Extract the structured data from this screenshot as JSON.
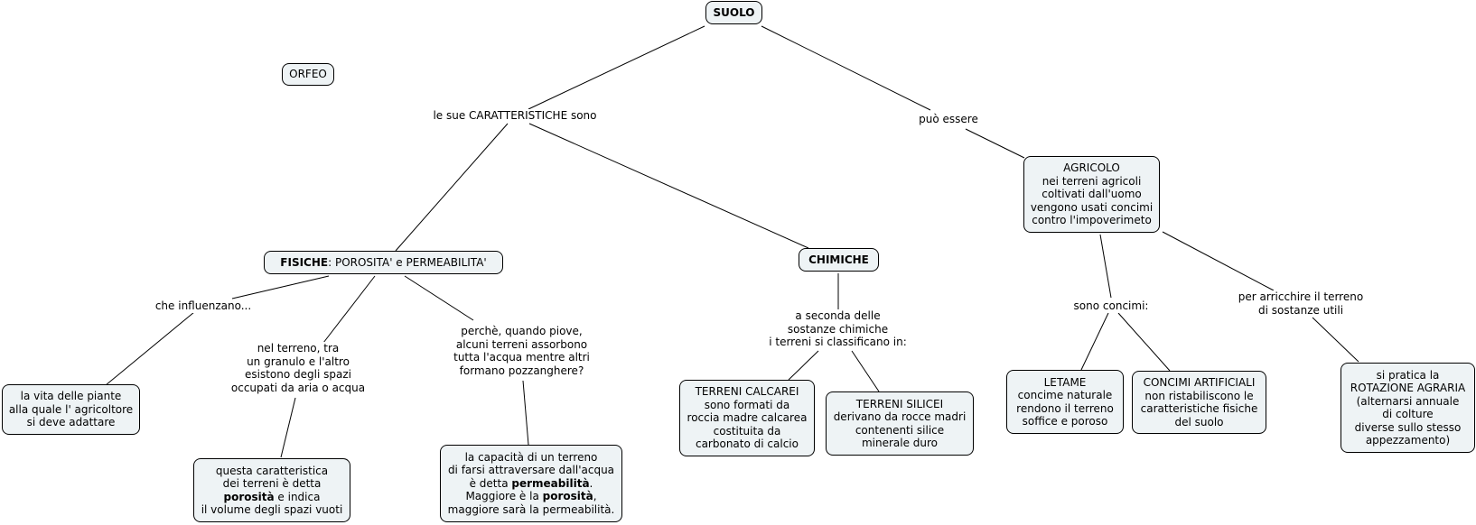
{
  "map_title": "SUOLO",
  "nodes": {
    "suolo": {
      "bold": "SUOLO",
      "text": ""
    },
    "orfeo": {
      "text": "ORFEO"
    },
    "fisiche": {
      "bold": "FISICHE",
      "text": ": POROSITA'  e  PERMEABILITA'"
    },
    "chimiche": {
      "bold": "CHIMICHE",
      "text": ""
    },
    "agricolo": {
      "text": "AGRICOLO\nnei terreni agricoli\ncoltivati dall'uomo\nvengono usati concimi\ncontro l'impoverimeto"
    },
    "vita_piante": {
      "text": "la vita delle piante\nalla quale l' agricoltore\nsi deve adattare"
    },
    "porosita": {
      "line1": "questa caratteristica",
      "line2": "dei terreni è detta",
      "bold1": "porosità",
      "line3_rest": " e indica",
      "line4": "il volume degli spazi vuoti"
    },
    "permeabilita": {
      "line1": "la capacità di un terreno",
      "line2": "di farsi attraversare dall'acqua",
      "line3_pre": "è detta ",
      "bold1": "permeabilità",
      "line3_post": ".",
      "line4_pre": "Maggiore è la ",
      "bold2": "porosità",
      "line4_post": ",",
      "line5": "maggiore sarà la permeabilità."
    },
    "calcarei": {
      "text": "TERRENI CALCAREI\nsono formati da\nroccia madre calcarea\ncostituita da\ncarbonato di calcio"
    },
    "silicei": {
      "text": "TERRENI SILICEI\nderivano da rocce madri\ncontenenti silice\nminerale duro"
    },
    "letame": {
      "text": "LETAME\nconcime naturale\nrendono il terreno\nsoffice e poroso"
    },
    "artificiali": {
      "text": "CONCIMI ARTIFICIALI\nnon ristabiliscono le\ncaratteristiche fisiche\ndel suolo"
    },
    "rotazione": {
      "text": "si pratica la\nROTAZIONE AGRARIA\n(alternarsi annuale\ndi colture\ndiverse sullo stesso\nappezzamento)"
    }
  },
  "link_labels": {
    "caratteristiche": "le sue CARATTERISTICHE sono",
    "puo_essere": "può essere",
    "influenzano": "che influenzano...",
    "nel_terreno": "nel terreno, tra\nun granulo e l'altro\nesistono degli spazi\noccupati da aria o acqua",
    "perche": "perchè, quando piove,\nalcuni terreni assorbono\ntutta l'acqua mentre altri\nformano pozzanghere?",
    "a_seconda": "a seconda delle\nsostanze chimiche\ni terreni si classificano in:",
    "sono_concimi": "sono concimi:",
    "per_arricchire": "per arricchire il terreno\ndi sostanze utili"
  },
  "colors": {
    "node_fill": "#eef3f5",
    "node_border": "#000000",
    "link": "#000000"
  }
}
